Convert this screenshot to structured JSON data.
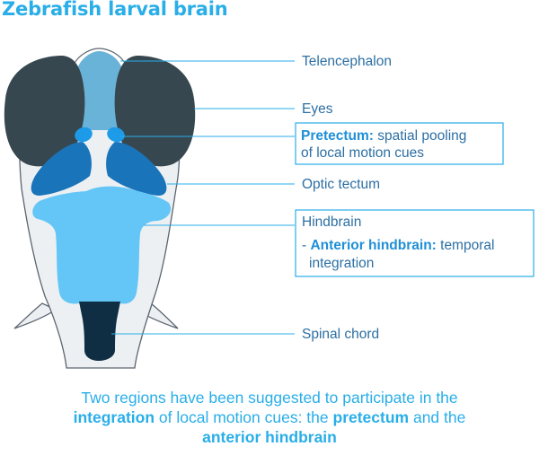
{
  "title": "Zebrafish larval brain",
  "labels": {
    "telencephalon": "Telencephalon",
    "eyes": "Eyes",
    "pretectum_bold": "Pretectum:",
    "pretectum_rest": " spatial pooling",
    "pretectum_line2": "of local motion cues",
    "optic_tectum": "Optic tectum",
    "hindbrain": "Hindbrain",
    "anterior_prefix": "- ",
    "anterior_bold": "Anterior hindbrain:",
    "anterior_rest": " temporal",
    "anterior_line2": "integration",
    "spinal_chord": "Spinal chord"
  },
  "caption": {
    "line1": "Two regions have been suggested to participate in the",
    "line2_bold1": "integration",
    "line2_mid": " of local motion cues: the ",
    "line2_bold2": "pretectum",
    "line2_end": " and the",
    "line3_bold": "anterior hindbrain"
  },
  "colors": {
    "accent": "#29aee8",
    "label_text": "#2c6fa3",
    "eyes": "#37474f",
    "telencephalon": "#6ab3d8",
    "tectum": "#1a74ba",
    "hindbrain": "#63c6f7",
    "pretectum": "#1e9be8",
    "spinal": "#0f2e44",
    "body_fill": "#edf0f2"
  }
}
